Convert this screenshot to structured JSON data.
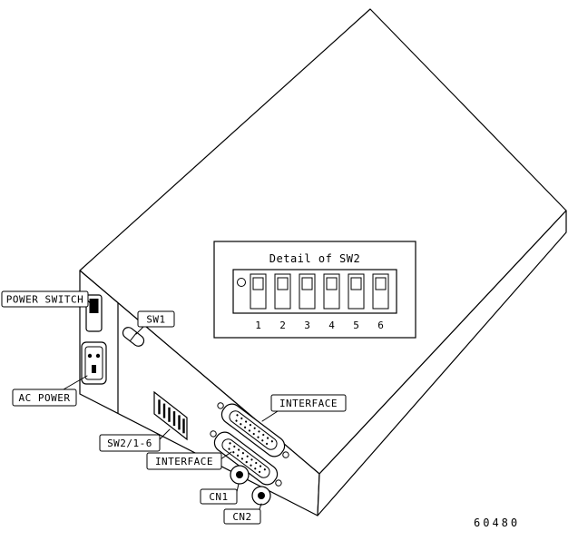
{
  "figure": {
    "number": "60480"
  },
  "colors": {
    "line": "#000000",
    "background": "#ffffff"
  },
  "callouts": {
    "power_switch": {
      "label": "POWER SWITCH"
    },
    "ac_power": {
      "label": "AC POWER"
    },
    "sw1": {
      "label": "SW1"
    },
    "sw2_1_6": {
      "label": "SW2/1-6"
    },
    "interface_upper": {
      "label": "INTERFACE"
    },
    "interface_lower": {
      "label": "INTERFACE"
    },
    "cn1": {
      "label": "CN1"
    },
    "cn2": {
      "label": "CN2"
    }
  },
  "detail_panel": {
    "title": "Detail of SW2",
    "switch_count": 6,
    "position_labels": [
      "1",
      "2",
      "3",
      "4",
      "5",
      "6"
    ]
  }
}
